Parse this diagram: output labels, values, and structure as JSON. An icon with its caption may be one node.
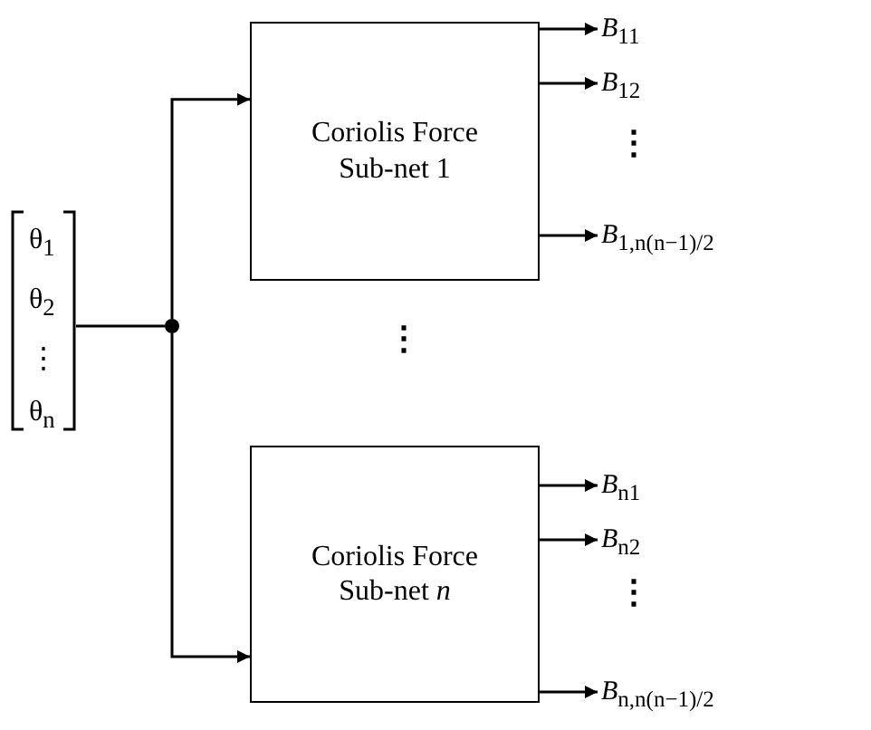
{
  "diagram": {
    "nodes": [
      {
        "text": [
          "θ$_{1}$ θ$_{2}$ ⋮ θ$_{n}$"
        ]
      },
      {
        "text": [],
        "shape": "circle"
      },
      {
        "text": [
          "Coriolis Force Sub-net 1"
        ]
      },
      {
        "text": [
          "Coriolis Force Sub-net *n*"
        ]
      },
      {
        "text": [
          "*B*$_{11}$"
        ]
      },
      {
        "text": [
          "*B*$_{12}$"
        ]
      },
      {
        "text": [
          "*B*$_{1,n(n−1)/2}$"
        ]
      },
      {
        "text": [
          "*B*$_{n1}$"
        ]
      },
      {
        "text": [
          "*B*$_{n2}$"
        ]
      },
      {
        "text": [
          "*B*$_{n,n(n−1)/2}$"
        ]
      }
    ],
    "edges": [
      {
        "from": 0,
        "to": 1,
        "arrow": "none"
      },
      {
        "from": 1,
        "to": 2,
        "arrow": "to"
      },
      {
        "from": 1,
        "to": 3,
        "arrow": "to"
      },
      {
        "from": 2,
        "to": 4,
        "arrow": "to"
      },
      {
        "from": 2,
        "to": 5,
        "arrow": "to"
      },
      {
        "from": 2,
        "to": 6,
        "arrow": "to"
      },
      {
        "from": 3,
        "to": 7,
        "arrow": "to"
      },
      {
        "from": 3,
        "to": 8,
        "arrow": "to"
      },
      {
        "from": 3,
        "to": 9,
        "arrow": "to"
      }
    ],
    "labels": [
      "⋮",
      "⋮",
      "⋮"
    ]
  }
}
